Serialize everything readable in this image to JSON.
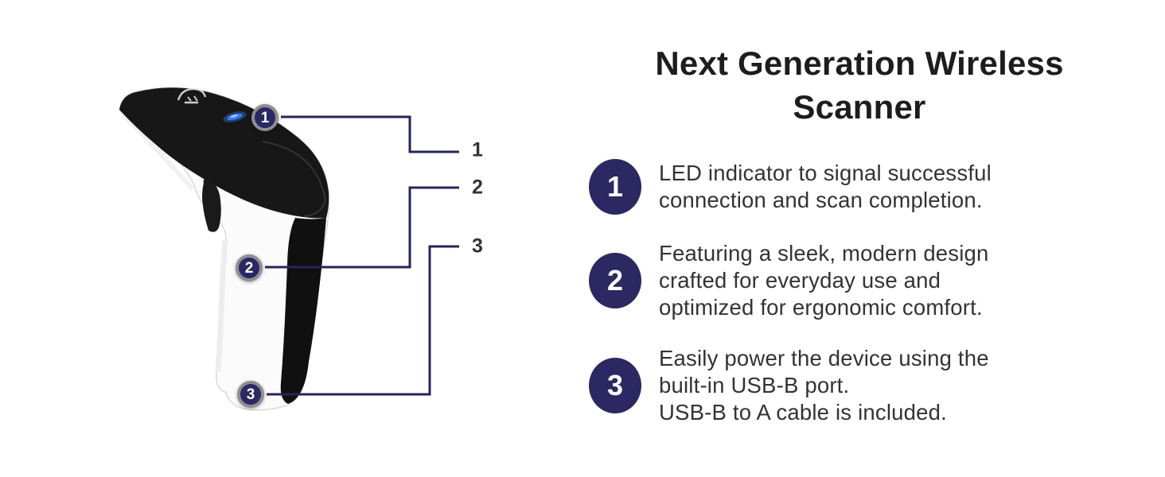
{
  "title": "Next Generation Wireless Scanner",
  "colors": {
    "accent": "#2b2862",
    "callout_line": "#26245a",
    "title_text": "#1d1d1f",
    "body_text": "#333333",
    "led_blue": "#2f7df8",
    "scanner_dark": "#161616",
    "scanner_white": "#fbfbfc"
  },
  "scanner": {
    "callouts": [
      {
        "number": "1",
        "label": "1"
      },
      {
        "number": "2",
        "label": "2"
      },
      {
        "number": "3",
        "label": "3"
      }
    ]
  },
  "features": [
    {
      "number": "1",
      "text": "LED indicator to signal successful\nconnection and scan completion."
    },
    {
      "number": "2",
      "text": "Featuring a sleek, modern design\ncrafted for everyday use and\noptimized for ergonomic comfort."
    },
    {
      "number": "3",
      "text": "Easily power the device using the\nbuilt-in USB-B port.\nUSB-B to A cable is included."
    }
  ]
}
